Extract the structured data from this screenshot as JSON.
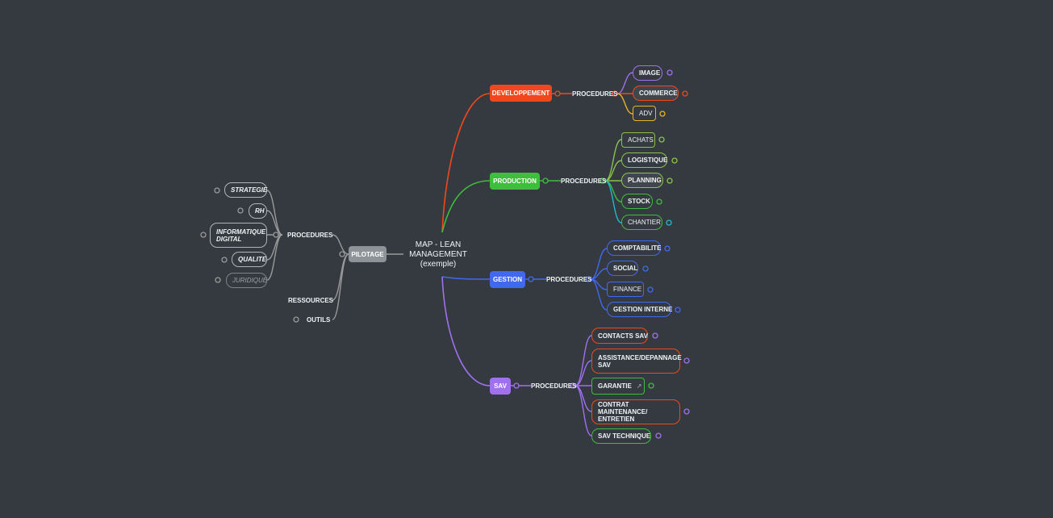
{
  "center": {
    "line1": "MAP - LEAN",
    "line2": "MANAGEMENT",
    "line3": "(exemple)"
  },
  "colors": {
    "background": "#343a40",
    "developpement": "#f2471d",
    "production": "#3fbd3c",
    "gestion": "#4169f0",
    "sav": "#a070ee",
    "pilotage": "#8f9397",
    "connector_neutral": "#9a9a9a"
  },
  "left": {
    "pilotage": {
      "label": "PILOTAGE"
    },
    "procedures": {
      "label": "PROCEDURES"
    },
    "ressources": {
      "label": "RESSOURCES"
    },
    "outils": {
      "label": "OUTILS"
    },
    "items": [
      "STRATEGIE",
      "RH",
      "INFORMATIQUE",
      "DIGITAL",
      "QUALITE",
      "JURIDIQUE"
    ]
  },
  "right": {
    "developpement": {
      "label": "DEVELOPPEMENT",
      "procedures": "PROCEDURES",
      "items": [
        "IMAGE",
        "COMMERCE",
        "ADV"
      ]
    },
    "production": {
      "label": "PRODUCTION",
      "procedures": "PROCEDURES",
      "items": [
        "ACHATS",
        "LOGISTIQUE",
        "PLANNING",
        "STOCK",
        "CHANTIER"
      ]
    },
    "gestion": {
      "label": "GESTION",
      "procedures": "PROCEDURES",
      "items": [
        "COMPTABILITE",
        "SOCIAL",
        "FINANCE",
        "GESTION INTERNE"
      ]
    },
    "sav": {
      "label": "SAV",
      "procedures": "PROCEDURES",
      "items": [
        "CONTACTS SAV",
        "ASSISTANCE/DEPANNAGE",
        "SAV",
        "GARANTIE",
        "CONTRAT MAINTENANCE/",
        "ENTRETIEN",
        "SAV TECHNIQUE"
      ]
    }
  },
  "icons": {
    "garantie_note": "link-icon"
  }
}
